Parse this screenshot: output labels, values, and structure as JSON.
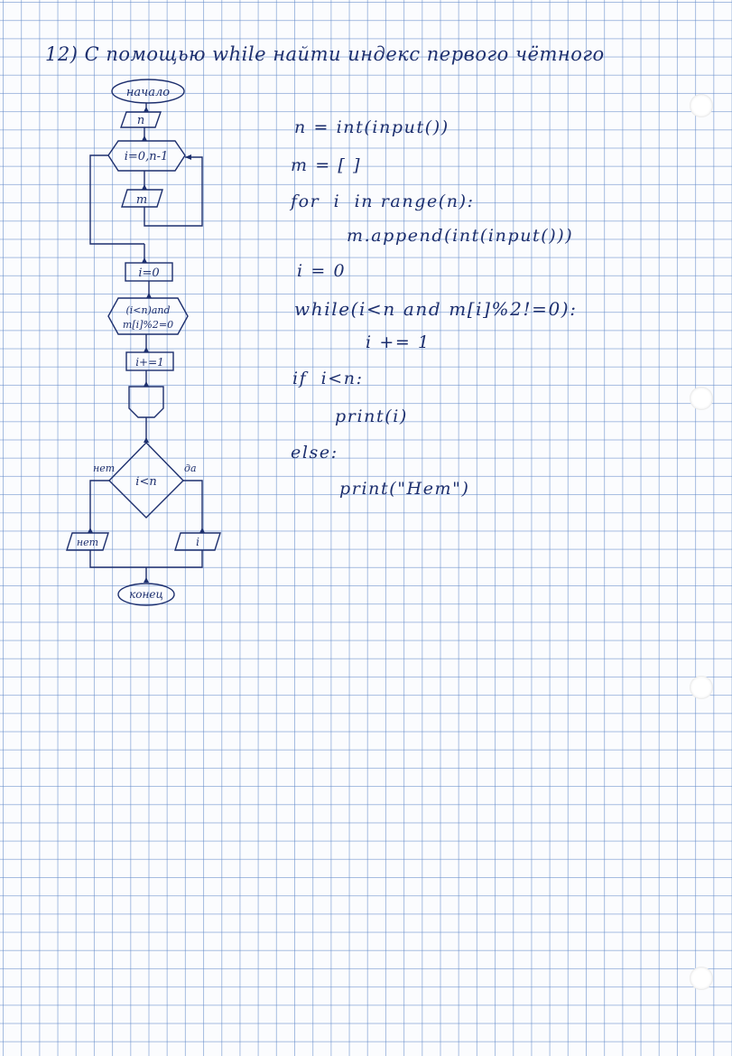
{
  "title": "12) С помощью while найти индекс первого чётного",
  "flowchart": {
    "start": "начало",
    "input_n": "n",
    "loop": "i=0,n-1",
    "input_m": "m",
    "init_i": "i=0",
    "cond_top": "(i<n)and",
    "cond_bottom": "m[i]%2=0",
    "increment": "i+=1",
    "decision": "i<n",
    "no_label": "нет",
    "yes_label": "да",
    "out_no": "нет",
    "out_yes": "i",
    "end": "конец"
  },
  "code": [
    "n = int(input())",
    "m = [ ]",
    "for  i  in range(n):",
    "m.append(int(input()))",
    "i = 0",
    "while(i<n and m[i]%2!=0):",
    "i += 1",
    "if  i<n:",
    "print(i)",
    "else:",
    "print(\"Нет\")"
  ]
}
